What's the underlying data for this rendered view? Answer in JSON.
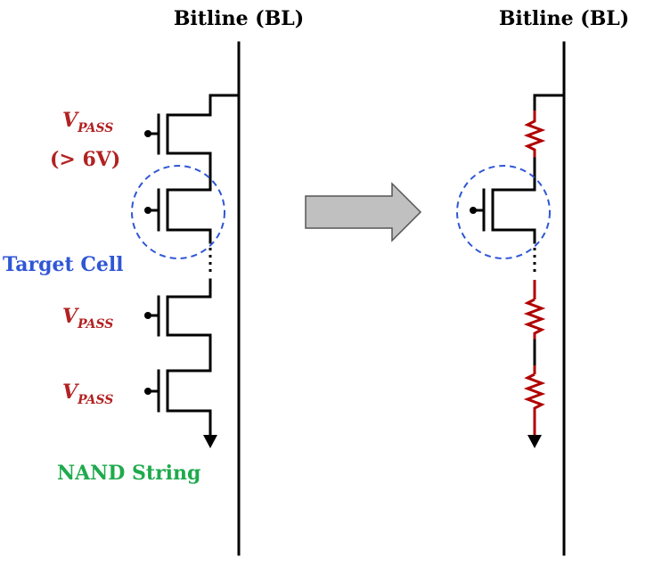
{
  "left": {
    "title": "Bitline (BL)",
    "vpass_main": "V",
    "vpass_sub": "PASS",
    "vpass_note": "(> 6V)",
    "target_label": "Target Cell",
    "string_label": "NAND String"
  },
  "right": {
    "title": "Bitline (BL)"
  },
  "colors": {
    "vpass": "#b22222",
    "target": "#2f56d6",
    "string": "#1faa4d",
    "resistor": "#b00000",
    "arrow_fill": "#c0c0c0"
  }
}
